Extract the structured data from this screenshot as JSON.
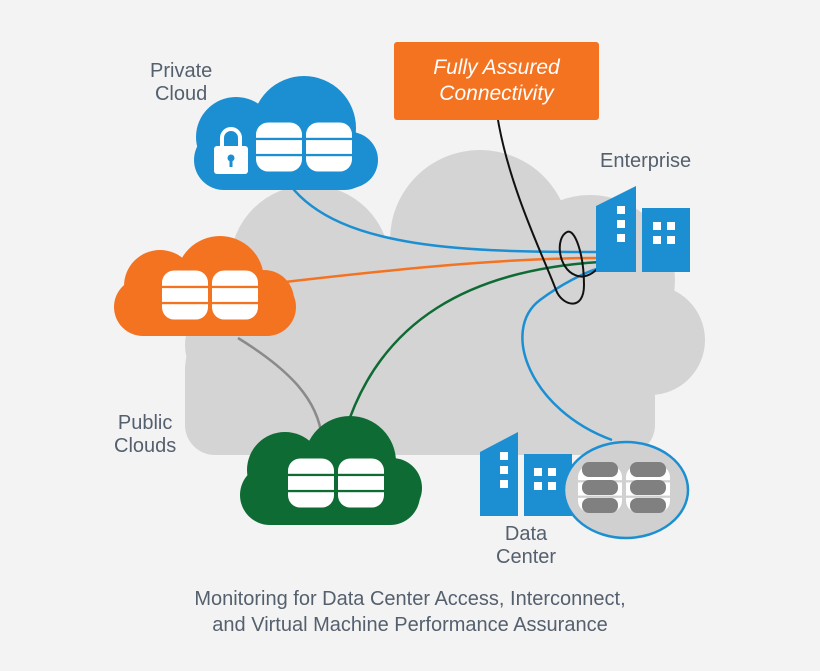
{
  "labels": {
    "private_cloud": [
      "Private",
      "Cloud"
    ],
    "public_clouds": [
      "Public",
      "Clouds"
    ],
    "enterprise": "Enterprise",
    "data_center": [
      "Data",
      "Center"
    ]
  },
  "callout": [
    "Fully Assured",
    "Connectivity"
  ],
  "caption": [
    "Monitoring for Data Center Access, Interconnect,",
    "and Virtual Machine Performance Assurance"
  ],
  "icons": {
    "private_cloud": "lock-database-cloud-icon",
    "public_cloud_orange": "database-cloud-icon",
    "public_cloud_green": "database-cloud-icon",
    "enterprise": "building-icon",
    "data_center": "building-server-icon"
  },
  "colors": {
    "background": "#f3f3f3",
    "network_cloud": "#d4d4d4",
    "private_cloud": "#1b8fd2",
    "public_cloud_orange": "#f47321",
    "public_cloud_green": "#0f6b34",
    "building": "#1b8fd2",
    "data_center_storage": "#808080",
    "callout": "#f47321",
    "text": "#55606e"
  }
}
